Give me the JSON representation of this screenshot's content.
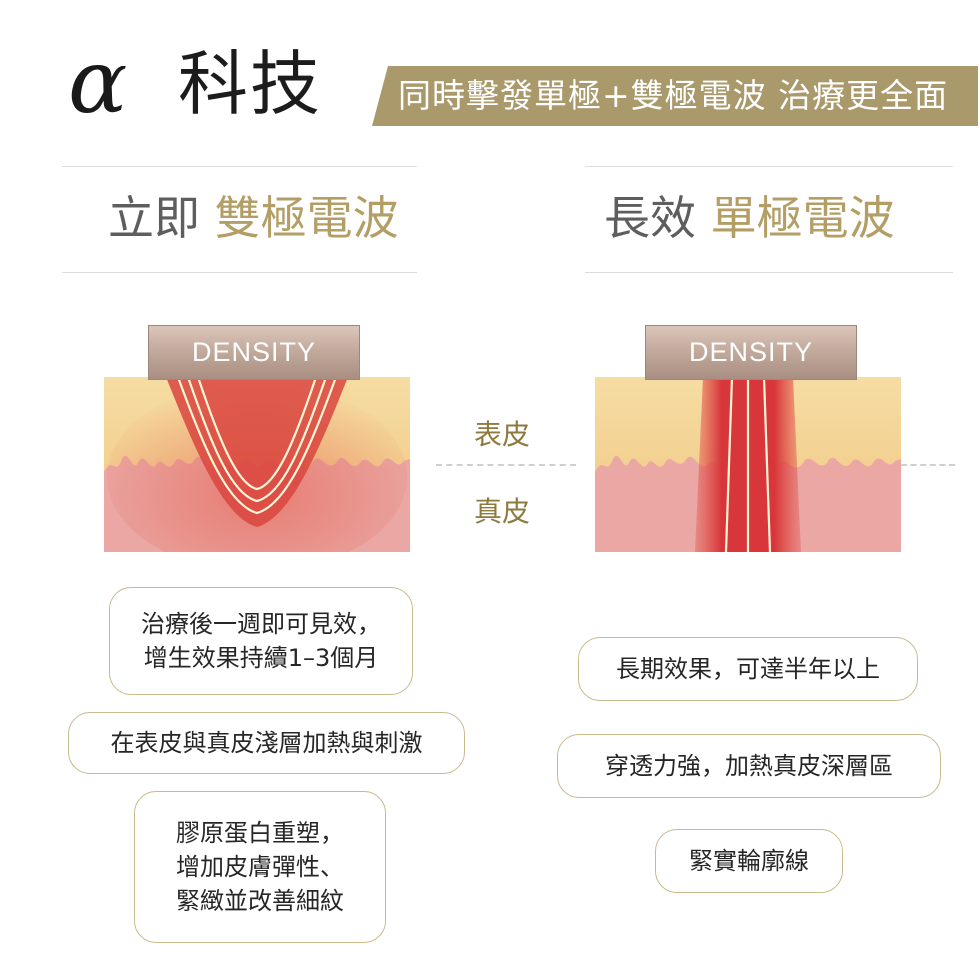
{
  "header": {
    "alpha_symbol": "α",
    "brand": "科技",
    "slogan": "同時擊發單極+雙極電波 治療更全面",
    "accent_color": "#a9996b"
  },
  "left": {
    "title_lead": "立即",
    "title_emphasis": "雙極電波",
    "device_label": "DENSITY",
    "bubbles": [
      {
        "lines": [
          "治療後一週即可見效，",
          "增生效果持續1–3個月"
        ]
      },
      {
        "lines": [
          "在表皮與真皮淺層加熱與刺激"
        ]
      },
      {
        "lines": [
          "膠原蛋白重塑，",
          "增加皮膚彈性、",
          "緊緻並改善細紋"
        ]
      }
    ]
  },
  "right": {
    "title_lead": "長效",
    "title_emphasis": "單極電波",
    "device_label": "DENSITY",
    "bubbles": [
      {
        "lines": [
          "長期效果，可達半年以上"
        ]
      },
      {
        "lines": [
          "穿透力強，加熱真皮深層區"
        ]
      },
      {
        "lines": [
          "緊實輪廓線"
        ]
      }
    ]
  },
  "layers": {
    "epidermis": "表皮",
    "dermis": "真皮"
  },
  "colors": {
    "title_emphasis": "#b39e66",
    "bubble_border": "#c9b98d",
    "epidermis": "#f3cf8c",
    "dermis": "#eaa5a1",
    "heat": "#d8363a"
  }
}
